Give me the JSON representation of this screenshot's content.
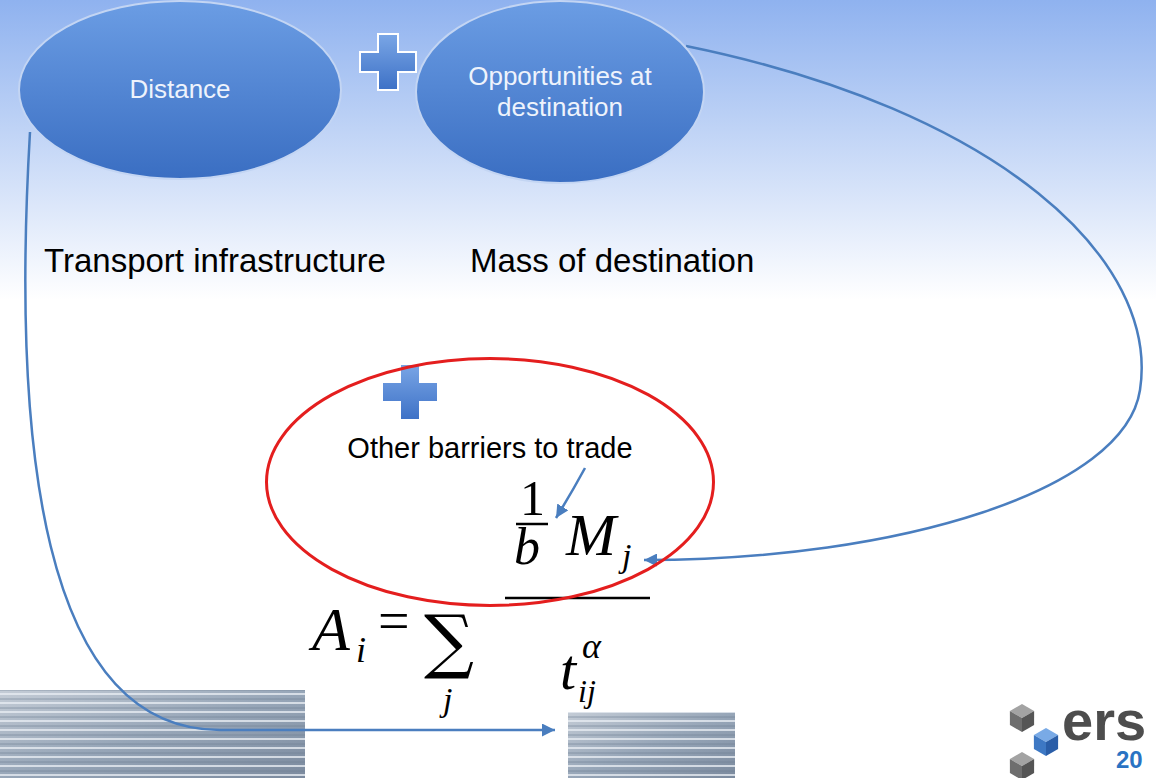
{
  "diagram": {
    "nodes": [
      {
        "text": [
          "Distance"
        ]
      },
      {
        "text": [
          "Opportunities at destination"
        ]
      },
      {
        "text": [
          "Other barriers to trade"
        ]
      }
    ],
    "labels": [
      "Transport infrastructure",
      "Mass of destination",
      "1",
      "b",
      "M",
      "j",
      "A",
      "i",
      "=",
      "∑",
      "j",
      "t",
      "ij",
      "α",
      "ers",
      "20"
    ]
  }
}
